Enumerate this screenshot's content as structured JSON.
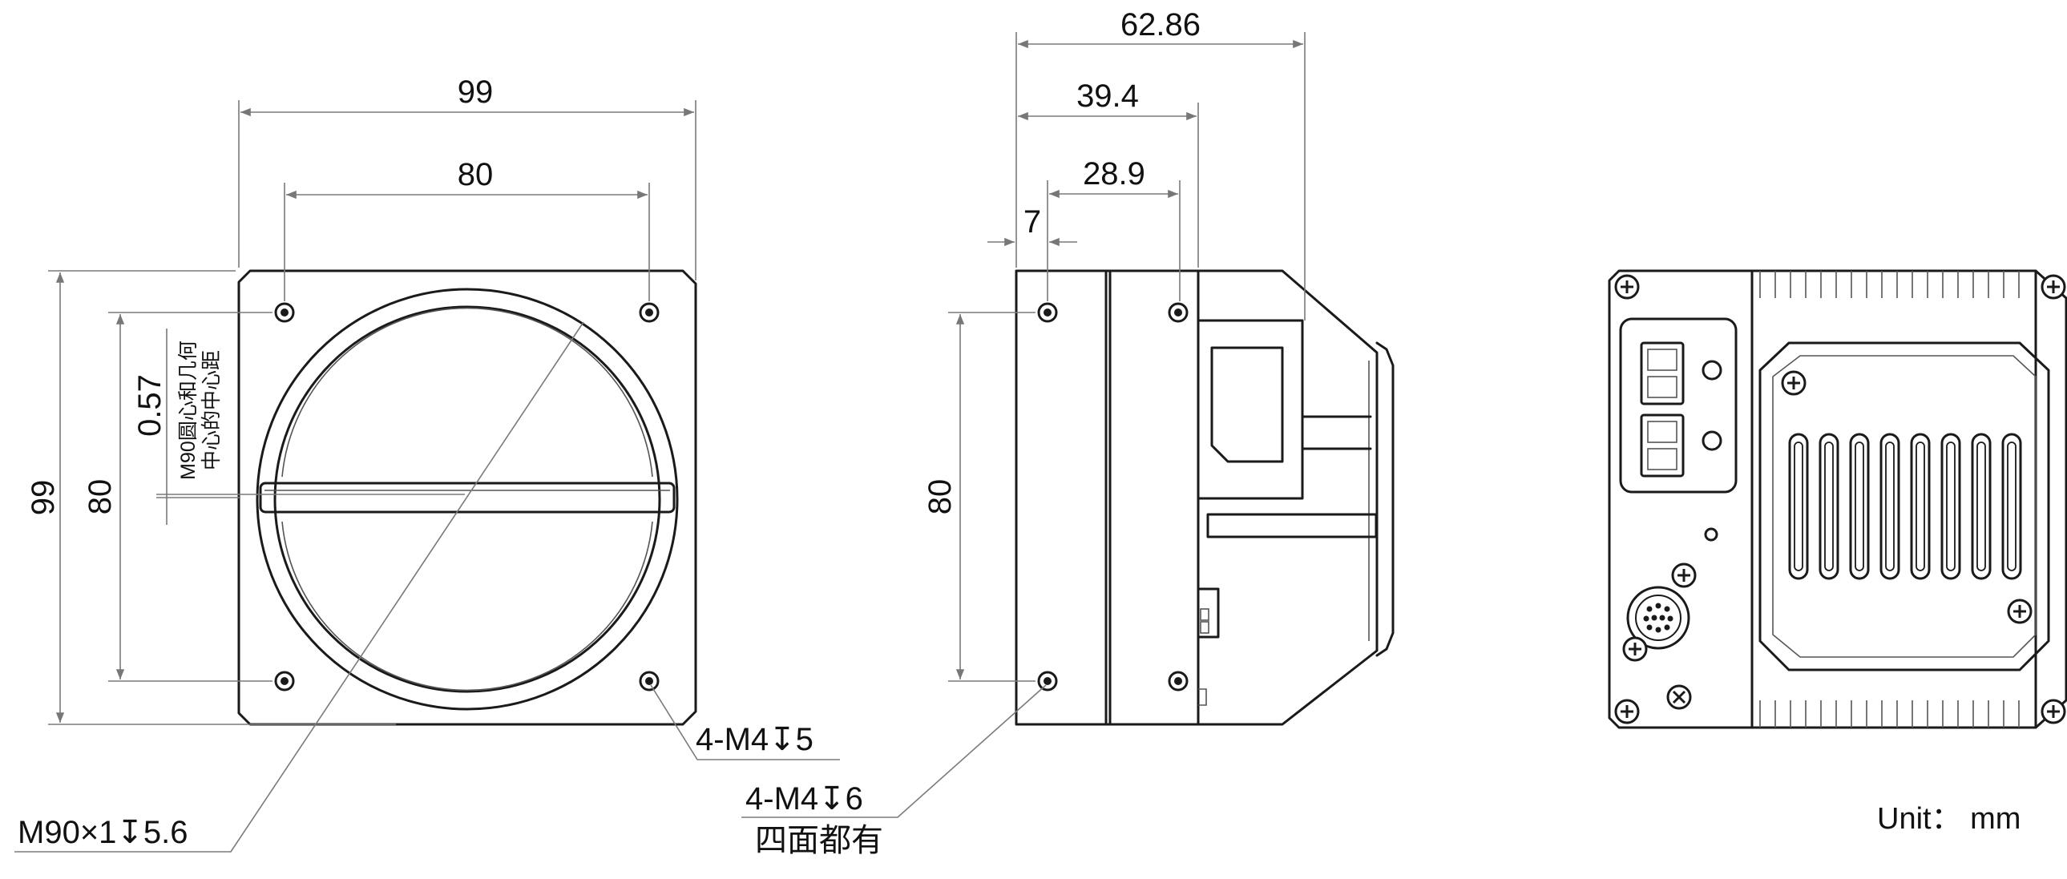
{
  "front_view": {
    "overall_width": "99",
    "hole_spacing_h": "80",
    "overall_height": "99",
    "hole_spacing_v": "80",
    "offset_value": "0.57",
    "offset_note_line1": "M90圆心和几何",
    "offset_note_line2": "中心的中心距",
    "hole_callout": "4-M4↧5",
    "mount_callout": "M90×1↧5.6"
  },
  "side_view": {
    "length_total": "62.86",
    "length_mid": "39.4",
    "length_inner": "28.9",
    "flange_offset": "7",
    "hole_spacing_v": "80",
    "hole_callout": "4-M4↧6",
    "hole_callout_note": "四面都有"
  },
  "units_label": "Unit： mm"
}
